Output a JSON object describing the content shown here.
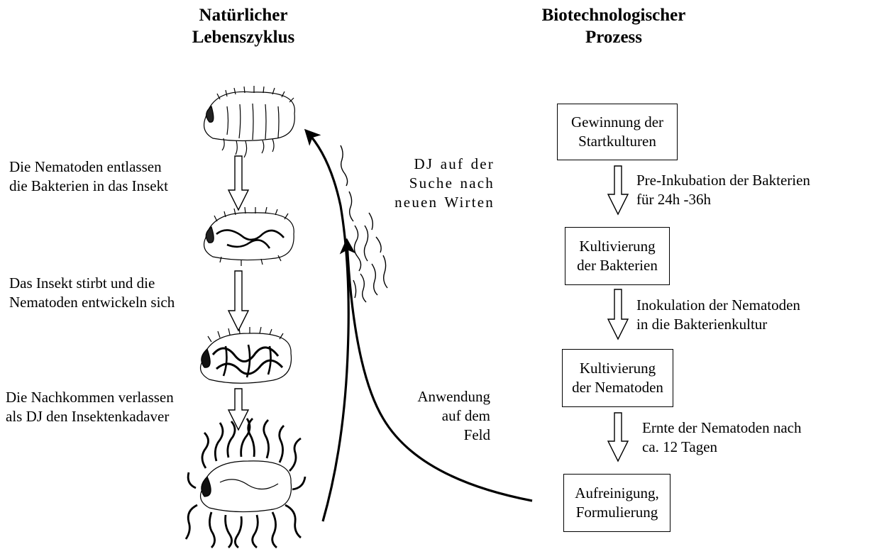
{
  "headings": {
    "left": [
      "Natürlicher",
      "Lebenszyklus"
    ],
    "right": [
      "Biotechnologischer",
      "Prozess"
    ]
  },
  "life_cycle_steps": [
    [
      "Die Nematoden entlassen",
      "die Bakterien in das Insekt"
    ],
    [
      "Das Insekt stirbt und die",
      "Nematoden entwickeln sich"
    ],
    [
      "Die Nachkommen verlassen",
      "als DJ den Insektenkadaver"
    ]
  ],
  "dj_label": [
    "DJ auf der",
    "Suche nach",
    "neuen Wirten"
  ],
  "field_label": [
    "Anwendung",
    "auf dem",
    "Feld"
  ],
  "process_boxes": [
    [
      "Gewinnung der",
      "Startkulturen"
    ],
    [
      "Kultivierung",
      "der Bakterien"
    ],
    [
      "Kultivierung",
      "der Nematoden"
    ],
    [
      "Aufreinigung,",
      "Formulierung"
    ]
  ],
  "process_steps": [
    [
      "Pre-Inkubation der Bakterien",
      "für 24h -36h"
    ],
    [
      "Inokulation der Nematoden",
      "in die Bakterienkultur"
    ],
    [
      "Ernte der Nematoden nach",
      "ca. 12 Tagen"
    ]
  ],
  "illustrations": [
    "insect-larva",
    "larva-with-nematodes",
    "larva-with-dark-nematodes",
    "larva-cadaver-with-emerging-nematodes",
    "dispersing-juveniles"
  ]
}
